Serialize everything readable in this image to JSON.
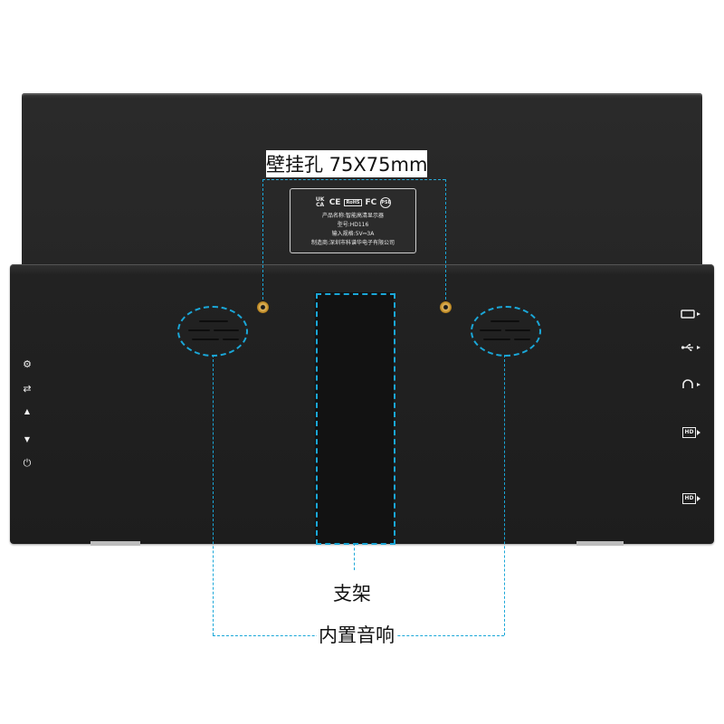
{
  "annotations": {
    "wall_mount": "壁挂孔 75X75mm",
    "stand": "支架",
    "speakers": "内置音响"
  },
  "label_plate": {
    "certifications": [
      "UK CA",
      "CE",
      "RoHS",
      "FC",
      "PSE"
    ],
    "product_name": "产品名称:智能高清显示器",
    "model": "型号:HD116",
    "input": "输入规格:5V⎓3A",
    "manufacturer": "制造商:深圳市科谱华电子有限公司"
  },
  "left_buttons": [
    {
      "icon": "gear-icon",
      "glyph": "⚙"
    },
    {
      "icon": "refresh-icon",
      "glyph": "⇄"
    },
    {
      "icon": "up-arrow-icon",
      "glyph": "▲"
    },
    {
      "icon": "down-arrow-icon",
      "glyph": "▼"
    },
    {
      "icon": "power-icon",
      "glyph": "⏻"
    }
  ],
  "right_ports": [
    {
      "icon": "type-c-port-icon"
    },
    {
      "icon": "usb-port-icon"
    },
    {
      "icon": "headphone-port-icon"
    },
    {
      "icon": "hdmi-port-icon",
      "text": "HD"
    },
    {
      "icon": "hdmi-port-icon",
      "text": "HD"
    }
  ],
  "colors": {
    "body": "#1f1f1f",
    "callout_line": "#1aa7d8",
    "screw_hole": "#c8922c"
  }
}
